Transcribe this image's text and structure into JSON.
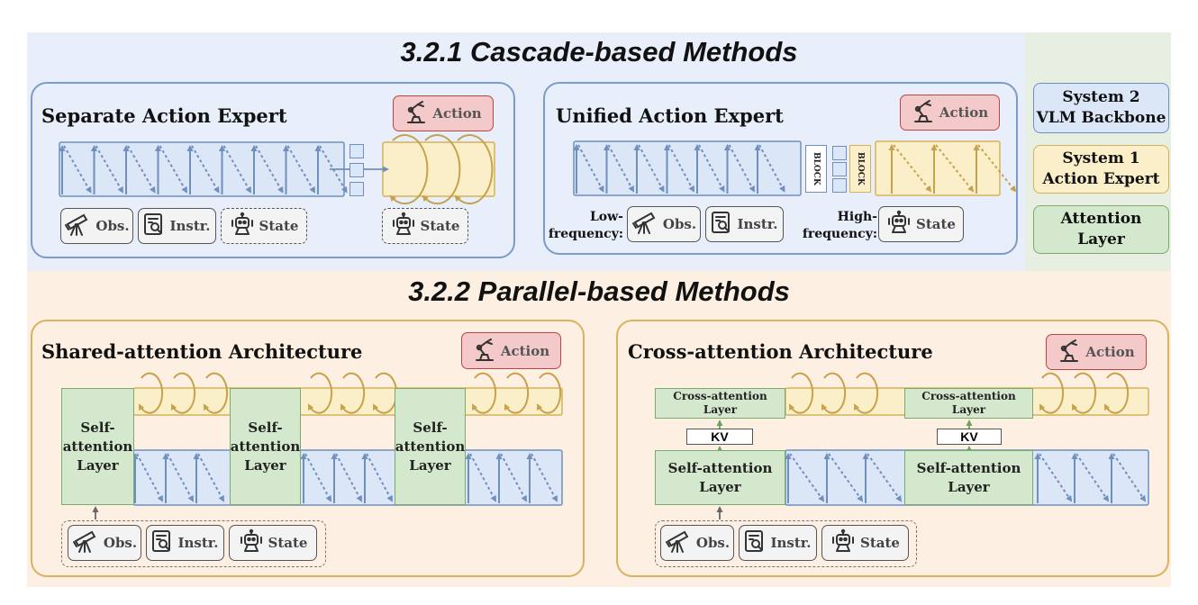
{
  "colors": {
    "cascade_bg": "#e8eefa",
    "parallel_bg": "#fdf0e2",
    "legend_bg": "#e6efe2",
    "vlm_fill": "#dbe6f6",
    "vlm_stroke": "#6f8fbf",
    "expert_fill": "#faefc9",
    "expert_stroke": "#d4b25a",
    "attn_fill": "#d3e8cc",
    "attn_stroke": "#7aab6a",
    "action_fill": "#f3c9c9"
  },
  "sections": {
    "cascade_title": "3.2.1 Cascade-based Methods",
    "parallel_title": "3.2.2 Parallel-based Methods"
  },
  "legend": {
    "system2_line1": "System 2",
    "system2_line2": "VLM Backbone",
    "system1_line1": "System 1",
    "system1_line2": "Action Expert",
    "attention_line1": "Attention",
    "attention_line2": "Layer"
  },
  "panels": {
    "separate": {
      "title": "Separate Action Expert",
      "action": "Action",
      "obs": "Obs.",
      "instr": "Instr.",
      "state": "State",
      "state2": "State"
    },
    "unified": {
      "title": "Unified Action Expert",
      "action": "Action",
      "block": "BLOCK",
      "low_label_1": "Low-",
      "low_label_2": "frequency:",
      "high_label_1": "High-",
      "high_label_2": "frequency:",
      "obs": "Obs.",
      "instr": "Instr.",
      "state": "State"
    },
    "shared": {
      "title": "Shared-attention Architecture",
      "action": "Action",
      "layer_line1": "Self-",
      "layer_line2": "attention",
      "layer_line3": "Layer",
      "obs": "Obs.",
      "instr": "Instr.",
      "state": "State"
    },
    "cross": {
      "title": "Cross-attention Architecture",
      "action": "Action",
      "cross_line1": "Cross-attention",
      "cross_line2": "Layer",
      "kv": "KV",
      "self_line1": "Self-attention",
      "self_line2": "Layer",
      "obs": "Obs.",
      "instr": "Instr.",
      "state": "State"
    }
  },
  "icons": {
    "action": "robot-arm-icon",
    "obs": "telescope-icon",
    "instr": "document-search-icon",
    "state": "robot-face-icon"
  }
}
